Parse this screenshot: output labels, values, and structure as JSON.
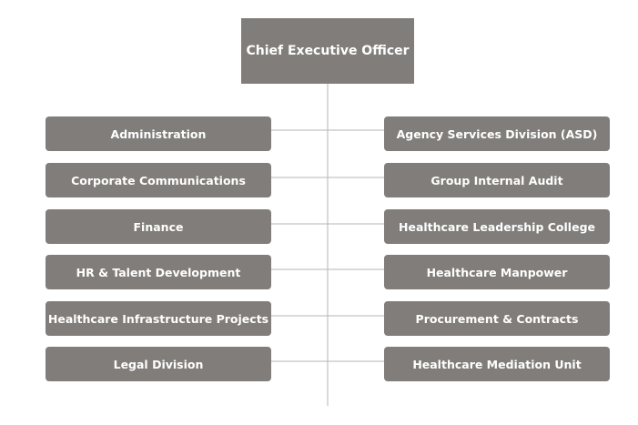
{
  "root": {
    "label": "Chief Executive Officer"
  },
  "left_units": [
    {
      "label": "Administration"
    },
    {
      "label": "Corporate Communications"
    },
    {
      "label": "Finance"
    },
    {
      "label": "HR & Talent Development"
    },
    {
      "label": "Healthcare Infrastructure Projects"
    },
    {
      "label": "Legal Division"
    }
  ],
  "right_units": [
    {
      "label": "Agency Services Division (ASD)"
    },
    {
      "label": "Group Internal Audit"
    },
    {
      "label": "Healthcare Leadership College"
    },
    {
      "label": "Healthcare Manpower"
    },
    {
      "label": "Procurement & Contracts"
    },
    {
      "label": "Healthcare Mediation Unit"
    }
  ],
  "colors": {
    "box_fill": "#807d7a",
    "box_text": "#ffffff",
    "connector": "#b5b5b5"
  }
}
